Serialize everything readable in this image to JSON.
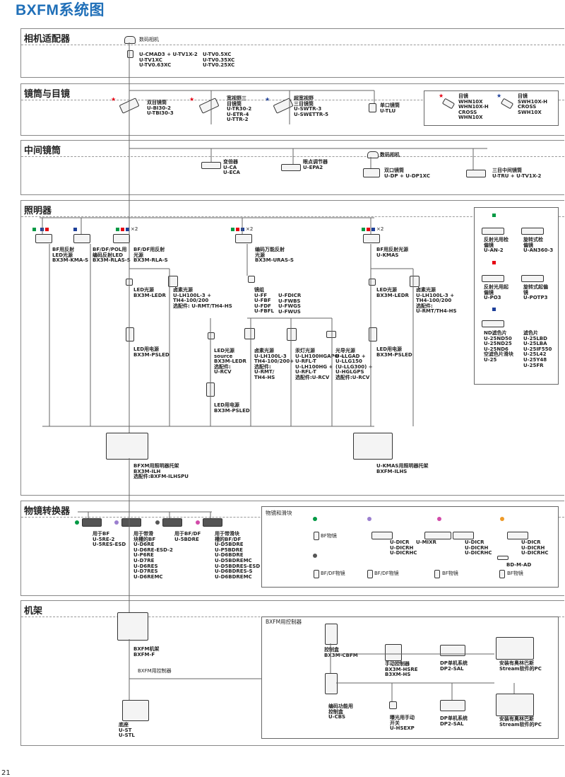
{
  "title": "BXFM系统图",
  "page_number": "21",
  "sections": {
    "camera": "相机适配器",
    "tube": "镜筒与目镜",
    "intermediate": "中间镜筒",
    "illuminator": "照明器",
    "nosepiece": "物镜转换器",
    "frame": "机架"
  },
  "camera": {
    "digicam": "数码相机",
    "adapters": "U-CMAD3 + U-TV1X-2\nU-TV1XC\nU-TV0.63XC",
    "adapters2": "U-TV0.5XC\nU-TV0.35XC\nU-TV0.25XC"
  },
  "tube": {
    "bi": "双目镜筒\nU-BI30-2\nU-TBI30-3",
    "tr": "宽视野三\n目镜筒\nU-TR30-2\nU-ETR-4\nU-TTR-2",
    "swtr": "超宽视野\n三目镜筒\nU-SWTR-3\nU-SWETTR-5",
    "tlu": "单口镜筒\nU-TLU",
    "eye1": "目镜\nWHN10X\nWHN10X-H\nCROSS\nWHN10X",
    "eye2": "目镜\nSWH10X-H\nCROSS\nSWH10X"
  },
  "intermediate": {
    "ca": "变倍器\nU-CA\nU-ECA",
    "epa": "眼点调节器\nU-EPA2",
    "digicam": "数码相机",
    "dp": "双口镜筒\nU-DP + U-DP1XC",
    "tru": "三目中间镜筒\nU-TRU + U-TV1X-2"
  },
  "illum": {
    "x2a": "×2",
    "x2b": "×2",
    "x2c": "×2",
    "kma": "BF用反射\nLED光源\nBX3M-KMA-S",
    "rlas": "BF/DF/POL用\n编码反射LED\nBX3M-RLAS-S",
    "rla": "BF/DF用反射\n光源\nBX3M-RLA-S",
    "uras": "编码万能反射\n光源\nBX3M-URAS-S",
    "kmas": "BF用反射光源\nU-KMAS",
    "ledr1": "LED光源\nBX3M-LEDR",
    "hal1": "卤素光源\nU-LH100L-3 +\nTH4-100/200\n选配件: U-RMT/TH4-HS",
    "psled1": "LED用电源\nBX3M-PSLED",
    "cubes": "镜组\nU-FF\nU-FBF\nU-FDF\nU-FBFL",
    "cubes2": "U-FDICR\nU-FWBS\nU-FWGS\nU-FWUS",
    "ledr2": "LED光源\nsource\nBX3M-LEDR\n选配件:\nU-RCV",
    "hal2": "卤素光源\nU-LH100L-3\nTH4-100/200+\n选配件:\nU-RMT/\nTH4-HS",
    "hg": "汞灯光源\nU-LH100HGAPO +\nU-RFL-T\nU-LH100HG +\nU-RFL-T\n选配件:U-RCV",
    "guide": "光导光源\nU-LLGAD +\nU-LLG150\n(U-LLG300) +\nU-HGLGPS\n选配件:U-RCV",
    "psled2": "LED用电源\nBX3M-PSLED",
    "ledr3": "LED光源\nBX3M-LEDR",
    "hal3": "卤素光源\nU-LH100L-3 +\nTH4-100/200\n选配件:\nU-RMT/TH4-HS",
    "psled3": "LED用电源\nBX3M-PSLED",
    "ilh": "BFXM用照明器托架\nBX3M-ILH\n选配件:BXFM-ILHSPU",
    "ilhs": "U-KMAS用照明器托架\nBXFM-ILHS",
    "an2": "反射光用检\n偏镜\nU-AN-2",
    "an360": "旋转式检\n偏镜\nU-AN360-3",
    "po3": "反射光用起\n偏镜\nU-PO3",
    "potp3": "旋转式起偏\n镜\nU-POTP3",
    "nd": "ND滤色片\nU-25ND50\nU-25ND25\nU-25ND6\n空滤色片滑块\nU-25",
    "filters": "滤色片\nU-25LBD\nU-25LBA\nU-25IF550\nU-25L42\nU-25Y48\nU-25FR"
  },
  "nose": {
    "bf": "用于BF\nU-5RE-2\nU-5RES-ESD",
    "bfdf": "用于带滑\n块槽的BF\nU-D6RE\nU-D6RE-ESD-2\nU-P6RE\nU-D7RE\nU-D6RES\nU-D7RES\nU-D6REMC",
    "df": "用于BF/DF\nU-5BDRE",
    "slot": "用于带滑块\n槽的BF/DF\nU-D5BDRE\nU-P5BDRE\nU-D6BDRE\nU-D5BDREMC\nU-D5BDRES-ESD\nU-D6BDRES-S\nU-D6BDREMC",
    "objhdr": "物镜和滑块",
    "bfobj": "BF物镜",
    "bfdfobj": "BF/DF物镜",
    "bfobj2": "BF物镜",
    "bfdfobj2": "BF/DF物镜",
    "bfobj3": "BF物镜",
    "dic1": "U-DICR\nU-DICRH\nU-DICRHC",
    "mixr": "U-MIXR",
    "dic2": "U-DICR\nU-DICRH\nU-DICRHC",
    "dic3": "U-DICR\nU-DICRH\nU-DICRHC",
    "bdmad": "BD-M-AD"
  },
  "frame": {
    "bxfmf": "BXFM机架\nBXFM-F",
    "ctrl": "BXFM用控制器",
    "ctrlhdr": "BXFM用控制器",
    "cbfm": "控制盒\nBX3M-CBFM",
    "hsre": "手动控制器\nBX3M-HSRE\nB3XM-HS",
    "dp2sal1": "DP单机系统\nDP2-SAL",
    "pc1": "安装有奥林巴斯\nStream软件的PC",
    "cbs": "编码功能用\n控制盒\nU-CBS",
    "hsexp": "曝光用手动\n开关\nU-HSEXP",
    "dp2sal2": "DP单机系统\nDP2-SAL",
    "pc2": "安装有奥林巴斯\nStream软件的PC",
    "st": "底座\nU-ST\nU-STL"
  },
  "colors": {
    "red": "#e60012",
    "blue": "#1d3f99",
    "green": "#009944",
    "purple": "#9b7fcf",
    "gray": "#555555",
    "magenta": "#d24ba9",
    "orange": "#ee9a28",
    "title": "#1f6fb8"
  }
}
